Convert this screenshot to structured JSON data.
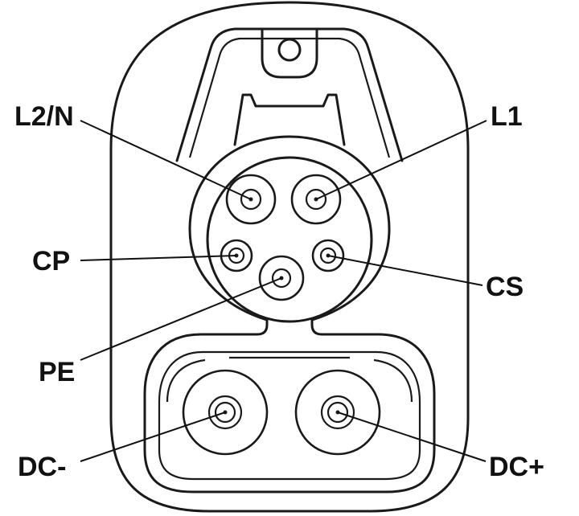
{
  "labels": {
    "l2n": "L2/N",
    "l1": "L1",
    "cp": "CP",
    "cs": "CS",
    "pe": "PE",
    "dc_minus": "DC-",
    "dc_plus": "DC+"
  }
}
